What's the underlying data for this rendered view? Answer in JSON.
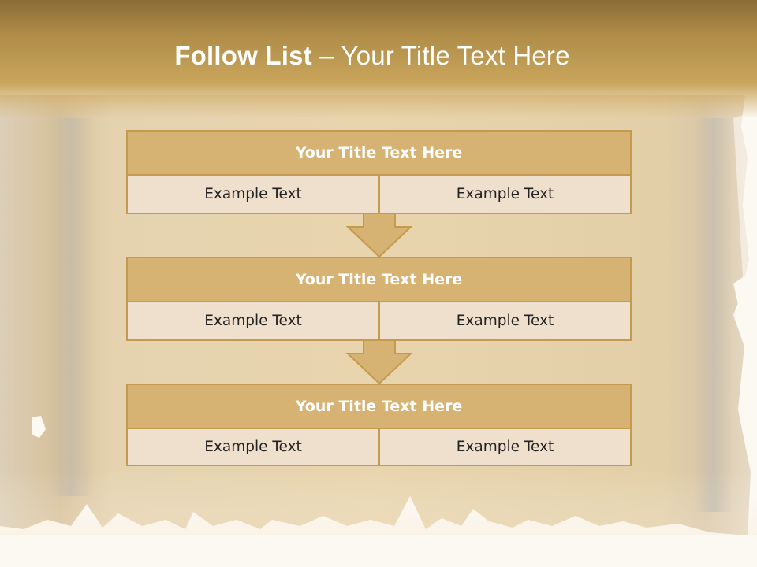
{
  "slide": {
    "title_bold": "Follow List",
    "title_rest": " – Your Title Text Here"
  },
  "blocks": [
    {
      "title": "Your Title Text Here",
      "left_text": "Example Text",
      "right_text": "Example Text"
    },
    {
      "title": "Your Title Text Here",
      "left_text": "Example Text",
      "right_text": "Example Text"
    },
    {
      "title": "Your Title Text Here",
      "left_text": "Example Text",
      "right_text": "Example Text"
    }
  ],
  "colors": {
    "header_band": "#b08d48",
    "block_header": "#d6b273",
    "block_cell": "#efdfcd",
    "border": "#c49a4f",
    "arrow_fill": "#d6b273"
  },
  "icons": [
    "down-arrow-icon",
    "down-arrow-icon"
  ]
}
